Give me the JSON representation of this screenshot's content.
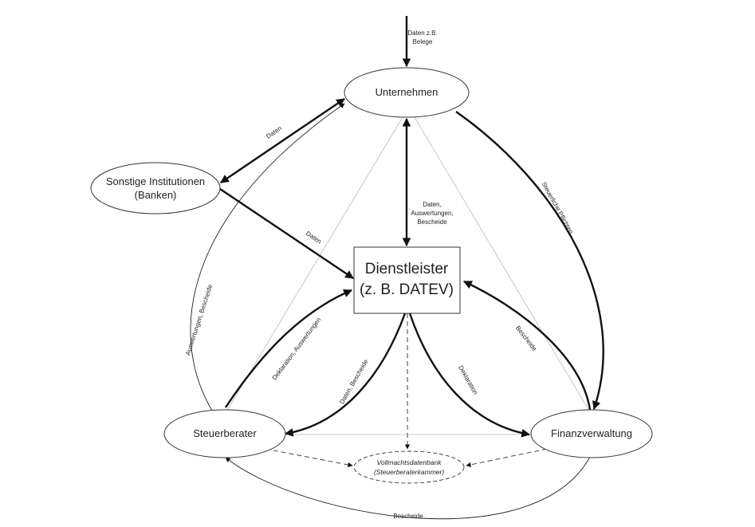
{
  "nodes": {
    "unternehmen": "Unternehmen",
    "sonstige": [
      "Sonstige Institutionen",
      "(Banken)"
    ],
    "dienstleister": [
      "Dienstleister",
      "(z. B. DATEV)"
    ],
    "steuerberater": "Steuerberater",
    "finanzverwaltung": "Finanzverwaltung",
    "vollmacht": [
      "Vollmachtsdatenbank",
      "(Steuerberaterkammer)"
    ]
  },
  "edges": {
    "input": [
      "Daten z.B.",
      "Belege"
    ],
    "sonstige_unternehmen": "Daten",
    "sonstige_dienstleister": "Daten",
    "unternehmen_dienstleister": [
      "Daten,",
      "Auswertungen,",
      "Bescheide"
    ],
    "steuerliche_pflichten": "Steuerliche Pflichten",
    "auswertungen_bescheide": "Auswertungen, Bescheide",
    "deklaration_auswertungen": "Deklaration, Auswertungen",
    "daten_bescheide": "Daten, Bescheide",
    "deklaration": "Deklaration",
    "bescheide_right": "Bescheide",
    "bescheide_bottom": "Bescheide"
  }
}
